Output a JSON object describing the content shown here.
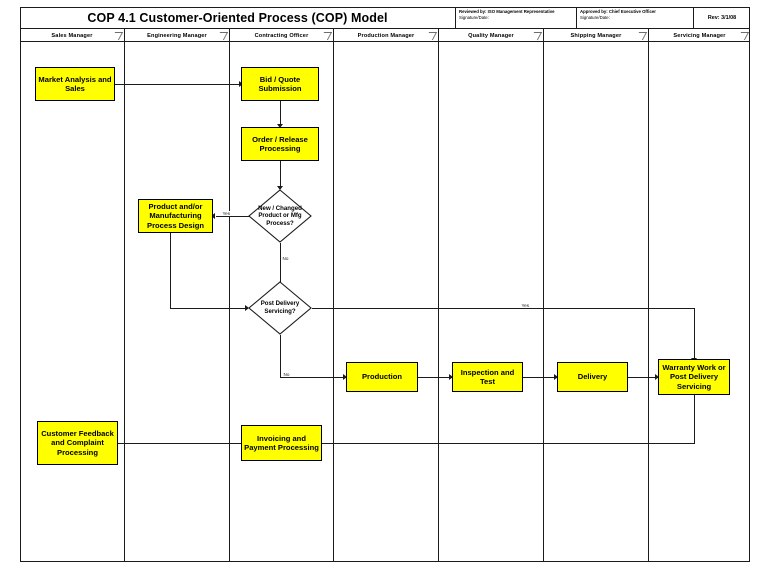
{
  "document": {
    "title": "COP 4.1  Customer-Oriented Process (COP) Model",
    "header_blocks": [
      {
        "line1": "Reviewed by:  ISO Management Representative",
        "line2": "Signature/Date:"
      },
      {
        "line1": "Approved by:  Chief Executive Officer",
        "line2": "Signature/Date:"
      }
    ],
    "revision": "Rev: 3/1/08"
  },
  "lanes": [
    {
      "label": "Sales Manager"
    },
    {
      "label": "Engineering Manager"
    },
    {
      "label": "Contracting Officer"
    },
    {
      "label": "Production Manager"
    },
    {
      "label": "Quality Manager"
    },
    {
      "label": "Shipping Manager"
    },
    {
      "label": "Servicing Manager"
    }
  ],
  "nodes": [
    {
      "id": "market",
      "label": "Market Analysis and Sales",
      "type": "process",
      "lane": "Sales Manager"
    },
    {
      "id": "bid",
      "label": "Bid / Quote Submission",
      "type": "process",
      "lane": "Contracting Officer"
    },
    {
      "id": "order",
      "label": "Order / Release Processing",
      "type": "process",
      "lane": "Contracting Officer"
    },
    {
      "id": "design",
      "label": "Product and/or Manufacturing Process Design",
      "type": "process",
      "lane": "Engineering Manager"
    },
    {
      "id": "newchanged",
      "label": "New / Changed Product or Mfg Process?",
      "type": "decision",
      "lane": "Contracting Officer"
    },
    {
      "id": "postdel",
      "label": "Post Delivery Servicing?",
      "type": "decision",
      "lane": "Contracting Officer"
    },
    {
      "id": "production",
      "label": "Production",
      "type": "process",
      "lane": "Production Manager"
    },
    {
      "id": "inspection",
      "label": "Inspection and Test",
      "type": "process",
      "lane": "Quality Manager"
    },
    {
      "id": "delivery",
      "label": "Delivery",
      "type": "process",
      "lane": "Shipping Manager"
    },
    {
      "id": "warranty",
      "label": "Warranty Work or Post Delivery Servicing",
      "type": "process",
      "lane": "Servicing Manager"
    },
    {
      "id": "invoicing",
      "label": "Invoicing and Payment Processing",
      "type": "process",
      "lane": "Contracting Officer"
    },
    {
      "id": "feedback",
      "label": "Customer Feedback and Complaint Processing",
      "type": "process",
      "lane": "Sales Manager"
    }
  ],
  "edge_labels": {
    "yes_design": "Yes",
    "no_newchanged": "No",
    "yes_postdelivery": "Yes",
    "no_postdelivery": "No"
  },
  "colors": {
    "node_fill": "#FFFF00",
    "line": "#1b1b1b",
    "page_background": "#ffffff"
  }
}
